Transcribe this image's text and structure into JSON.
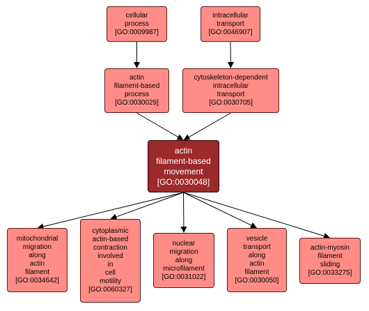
{
  "colors": {
    "node_fill": "#ff8c86",
    "focus_fill": "#9c2a2a",
    "focus_text": "#ffffff",
    "edge": "#000000"
  },
  "nodes": {
    "cellular_process": {
      "name": "cellular\nprocess",
      "id": "[GO:0009987]"
    },
    "intracellular_transport": {
      "name": "intracellular\ntransport",
      "id": "[GO:0046907]"
    },
    "actin_filament_based_process": {
      "name": "actin\nfilament-based\nprocess",
      "id": "[GO:0030029]"
    },
    "cytoskeleton_dependent_transport": {
      "name": "cytoskeleton-dependent\nintracellular\ntransport",
      "id": "[GO:0030705]"
    },
    "actin_filament_based_movement": {
      "name": "actin\nfilament-based\nmovement",
      "id": "[GO:0030048]"
    },
    "mitochondrial_migration": {
      "name": "mitochondrial\nmigration\nalong\nactin\nfilament",
      "id": "[GO:0034642]"
    },
    "cytoplasmic_contraction": {
      "name": "cytoplasmic\nactin-based\ncontraction\ninvolved\nin\ncell\nmotility",
      "id": "[GO:0060327]"
    },
    "nuclear_migration": {
      "name": "nuclear\nmigration\nalong\nmicrofilament",
      "id": "[GO:0031022]"
    },
    "vesicle_transport": {
      "name": "vesicle\ntransport\nalong\nactin\nfilament",
      "id": "[GO:0030050]"
    },
    "actin_myosin_sliding": {
      "name": "actin-myosin\nfilament\nsliding",
      "id": "[GO:0033275]"
    }
  },
  "edges": [
    {
      "from": "cellular_process",
      "to": "actin_filament_based_process"
    },
    {
      "from": "intracellular_transport",
      "to": "cytoskeleton_dependent_transport"
    },
    {
      "from": "actin_filament_based_process",
      "to": "actin_filament_based_movement"
    },
    {
      "from": "cytoskeleton_dependent_transport",
      "to": "actin_filament_based_movement"
    },
    {
      "from": "actin_filament_based_movement",
      "to": "mitochondrial_migration"
    },
    {
      "from": "actin_filament_based_movement",
      "to": "cytoplasmic_contraction"
    },
    {
      "from": "actin_filament_based_movement",
      "to": "nuclear_migration"
    },
    {
      "from": "actin_filament_based_movement",
      "to": "vesicle_transport"
    },
    {
      "from": "actin_filament_based_movement",
      "to": "actin_myosin_sliding"
    }
  ]
}
